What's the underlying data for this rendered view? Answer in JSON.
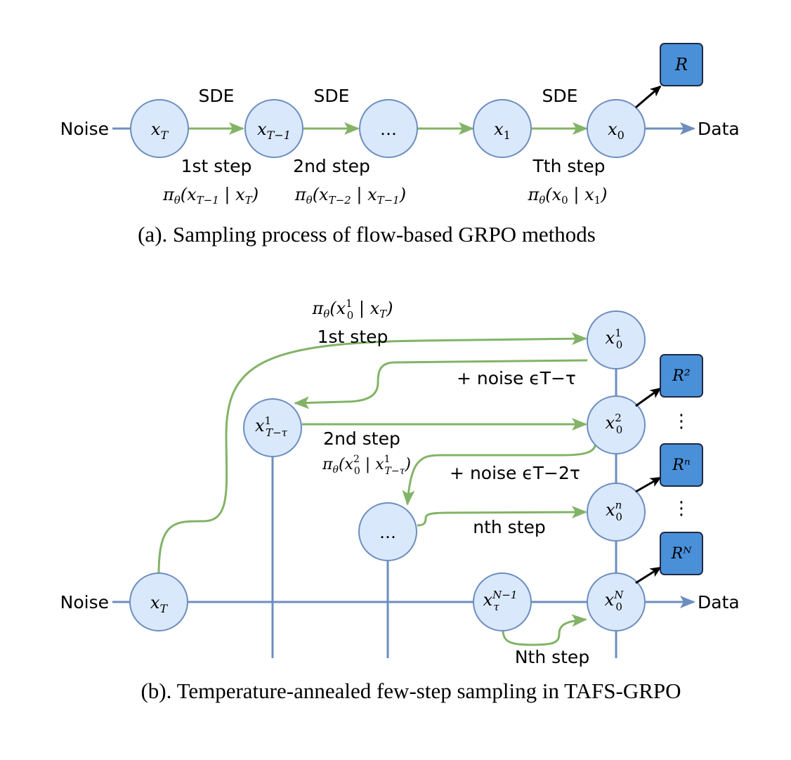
{
  "panel_a": {
    "caption": "(a). Sampling process of flow-based GRPO methods",
    "noise_label": "Noise",
    "data_label": "Data",
    "sde_labels": [
      "SDE",
      "SDE",
      "SDE"
    ],
    "step_labels": [
      "1st step",
      "2nd step",
      "Tth step"
    ],
    "policies": [
      "πθ(xT−1 | xT)",
      "πθ(xT−2 | xT−1)",
      "πθ(x0 | x1)"
    ],
    "nodes": [
      "xT",
      "xT−1",
      "…",
      "x1",
      "x0"
    ],
    "reward": "R"
  },
  "panel_b": {
    "caption": "(b). Temperature-annealed few-step sampling in TAFS-GRPO",
    "noise_label": "Noise",
    "data_label": "Data",
    "policy_1": "πθ(x0¹ | xT)",
    "step_1": "1st step",
    "step_2": "2nd step",
    "policy_2": "πθ(x0² | x¹T−τ)",
    "step_n": "nth step",
    "step_N": "Nth step",
    "noise_1": "+ noise ϵT−τ",
    "noise_2": "+ noise ϵT−2τ",
    "dots_vertical": "⋮",
    "ellipsis": "…",
    "nodes": {
      "xT": "xT",
      "xTtau": "x¹T−τ",
      "dots": "…",
      "xtauN1": "xτN−1",
      "x01": "x0¹",
      "x02": "x0²",
      "x0n": "x0ⁿ",
      "x0N": "x0ᴺ"
    },
    "rewards": [
      "R²",
      "Rⁿ",
      "Rᴺ"
    ]
  }
}
